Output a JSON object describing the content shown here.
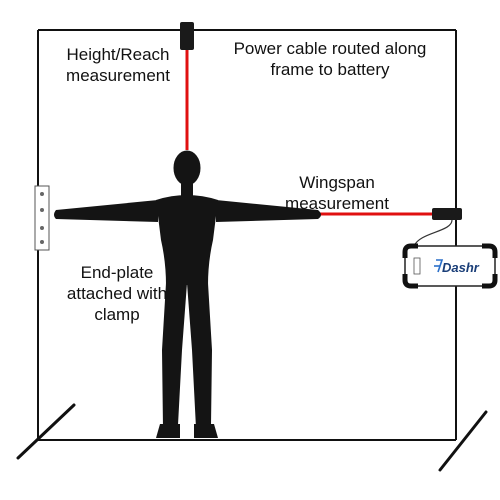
{
  "labels": {
    "height_reach": [
      "Height/Reach",
      "measurement"
    ],
    "power_cable": [
      "Power cable routed along",
      "frame to battery"
    ],
    "wingspan": [
      "Wingspan",
      "measurement"
    ],
    "end_plate": [
      "End-plate",
      "attached with",
      "clamp"
    ]
  },
  "device": {
    "brand": "Dashr",
    "logo_icon": "dashr-logo-icon"
  },
  "colors": {
    "frame": "#111111",
    "measurement_line": "#e01010",
    "sensor": "#1a1a1a",
    "figure": "#141414"
  }
}
